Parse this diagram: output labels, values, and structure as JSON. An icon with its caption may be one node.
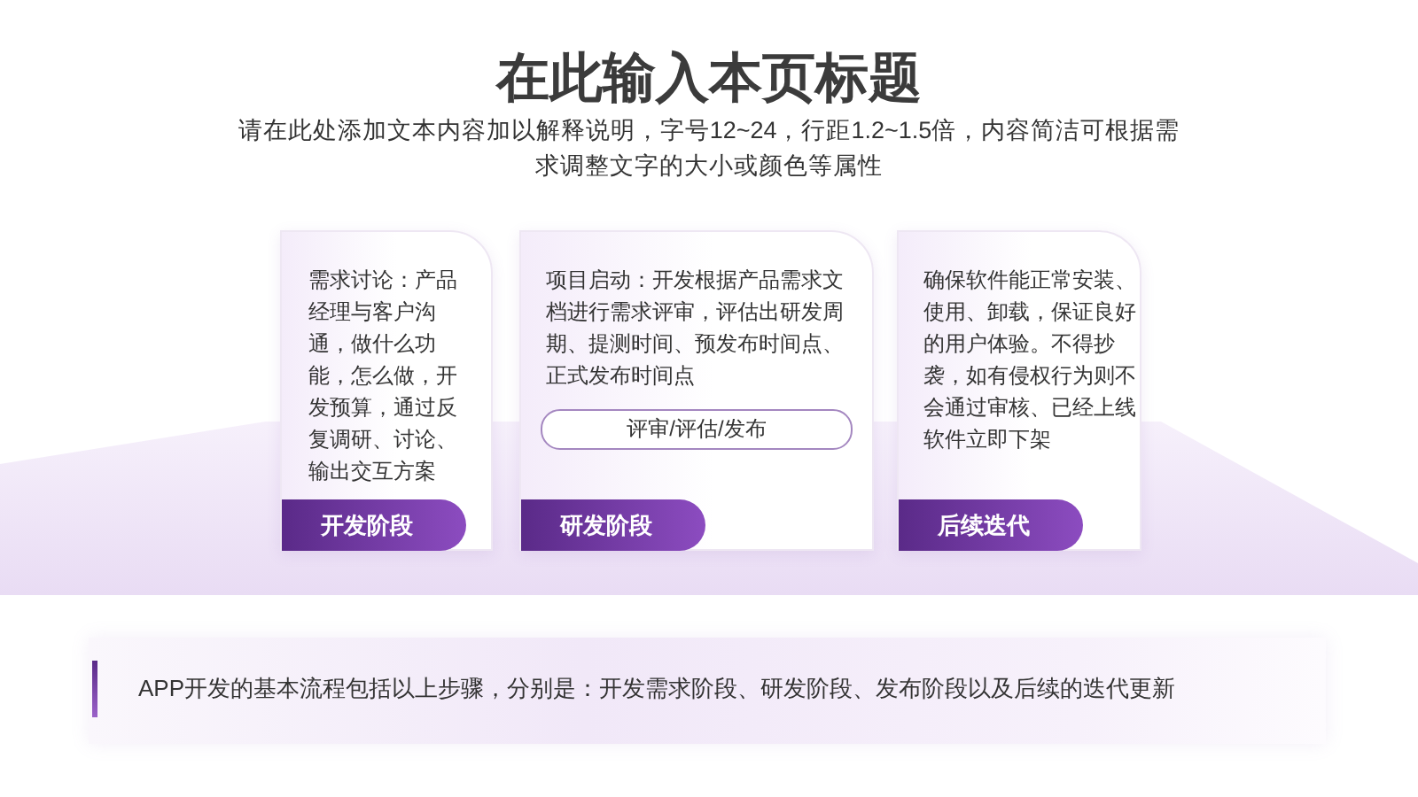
{
  "diagram": {
    "title": "在此输入本页标题",
    "nodes": [
      {
        "text": [
          "需求讨论：产品经理与客户沟通，做什么功能，怎么做，开发预算，通过反复调研、讨论、输出交互方案"
        ]
      },
      {
        "text": [
          "开发阶段"
        ],
        "in": 0
      },
      {
        "text": [
          "项目启动：开发根据产品需求文档进行需求评审，评估出研发周期、提测时间、预发布时间点、正式发布时间点"
        ]
      },
      {
        "text": [
          "评审/评估/发布"
        ],
        "in": 2
      },
      {
        "text": [
          "研发阶段"
        ],
        "in": 2
      },
      {
        "text": [
          "确保软件能正常安装、使用、卸载，保证良好的用户体验。不得抄袭，如有侵权行为则不会通过审核、已经上线软件立即下架"
        ]
      },
      {
        "text": [
          "后续迭代"
        ],
        "in": 5
      },
      {
        "text": [
          "APP开发的基本流程包括以上步骤，分别是：开发需求阶段、研发阶段、发布阶段以及后续的迭代更新"
        ]
      }
    ],
    "labels": [
      "请在此处添加文本内容加以解释说明，字号12~24，行距1.2~1.5倍，内容简洁可根据需求调整文字的大小或颜色等属性"
    ]
  }
}
